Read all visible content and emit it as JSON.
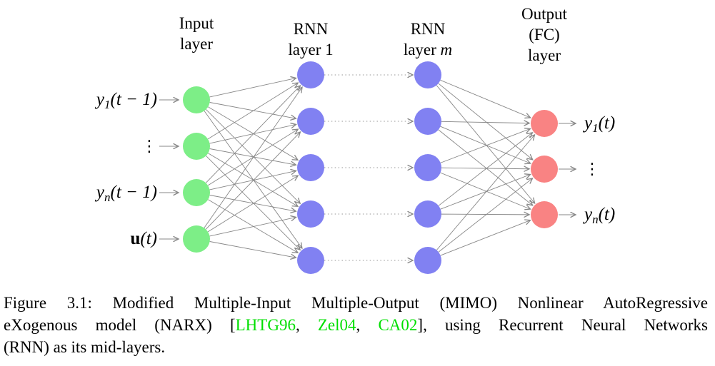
{
  "colors": {
    "input_node": "#7dee87",
    "rnn_node": "#8181f2",
    "output_node": "#f98383",
    "edge": "#878787",
    "dotted_edge": "#969696",
    "citation": "#00df00"
  },
  "headers": {
    "input": {
      "l1": "Input",
      "l2": "layer"
    },
    "rnn1": {
      "l1": "RNN",
      "l2a": "layer",
      "l2b": "1"
    },
    "rnnm": {
      "l1": "RNN",
      "l2a": "layer",
      "l2b": "m"
    },
    "output": {
      "l1": "Output",
      "l2": "(FC)",
      "l3": "layer"
    }
  },
  "diagram": {
    "layers": [
      {
        "name": "input",
        "count": 4,
        "color_key": "input_node"
      },
      {
        "name": "rnn1",
        "count": 5,
        "color_key": "rnn_node"
      },
      {
        "name": "rnnm",
        "count": 5,
        "color_key": "rnn_node"
      },
      {
        "name": "output",
        "count": 3,
        "color_key": "output_node"
      }
    ],
    "connections": [
      "input→rnn1 full",
      "rnn1→rnnm dotted per-row",
      "rnnm→output full"
    ],
    "input_labels": [
      {
        "var": "y",
        "sub": "1",
        "tail": "(t − 1)"
      },
      {
        "var": "⋮"
      },
      {
        "var": "y",
        "sub": "n",
        "tail": "(t − 1)"
      },
      {
        "var": "u",
        "tail": "(t)"
      }
    ],
    "output_labels": [
      {
        "var": "y",
        "sub": "1",
        "tail": "(t)"
      },
      {
        "var": "⋮"
      },
      {
        "var": "y",
        "sub": "n",
        "tail": "(t)"
      }
    ]
  },
  "caption": {
    "line1": "Figure 3.1: Modified Multiple-Input Multiple-Output (MIMO) Nonlinear AutoRegressive",
    "line2_pre": "eXogenous model (NARX) [",
    "cites": [
      "LHTG96",
      "Zel04",
      "CA02"
    ],
    "line2_sep": ", ",
    "line2_post": "], using Recurrent Neural Networks",
    "line3": "(RNN) as its mid-layers."
  }
}
